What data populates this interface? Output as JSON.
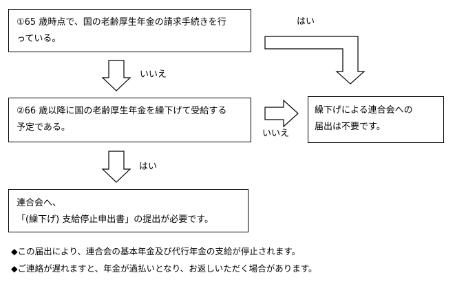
{
  "flowchart": {
    "q1": {
      "line1": "①65 歳時点で、国の老齢厚生年金の請求手続きを行",
      "line2": "っている。"
    },
    "q2": {
      "line1": "②66 歳以降に国の老齢厚生年金を繰下げて受給する",
      "line2": "予定である。"
    },
    "result_no_notice": {
      "line1": "繰下げによる連合会への",
      "line2": "届出は不要です。"
    },
    "result_notice": {
      "line1": "連合会へ、",
      "line2": "「(繰下げ) 支給停止申出書」の提出が必要です。"
    },
    "labels": {
      "q1_no": "いいえ",
      "q1_yes": "はい",
      "q2_no": "いいえ",
      "q2_yes": "はい"
    }
  },
  "notes": [
    "◆この届出により、連合会の基本年金及び代行年金の支給が停止されます。",
    "◆ご連絡が遅れますと、年金が過払いとなり、お返しいただく場合があります。"
  ]
}
